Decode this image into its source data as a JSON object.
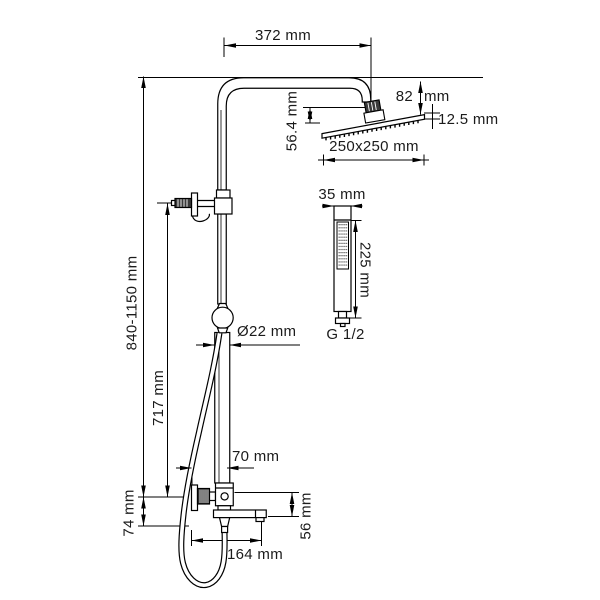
{
  "diagram": {
    "type": "shower-system-technical-drawing",
    "labels": {
      "top_width": "372 mm",
      "head_offset_value": "82",
      "head_offset_unit": "mm",
      "head_thickness": "12.5 mm",
      "head_size": "250x250 mm",
      "head_drop": "56.4 mm",
      "column_height": "840-1150 mm",
      "holder_height": "717 mm",
      "pipe_diameter": "Ø22 mm",
      "handshower_width": "35 mm",
      "handshower_length": "225 mm",
      "thread_connection": "G 1/2",
      "wall_offset": "70 mm",
      "spout_height": "56 mm",
      "bottom_height": "74 mm",
      "spout_length": "164 mm"
    }
  }
}
